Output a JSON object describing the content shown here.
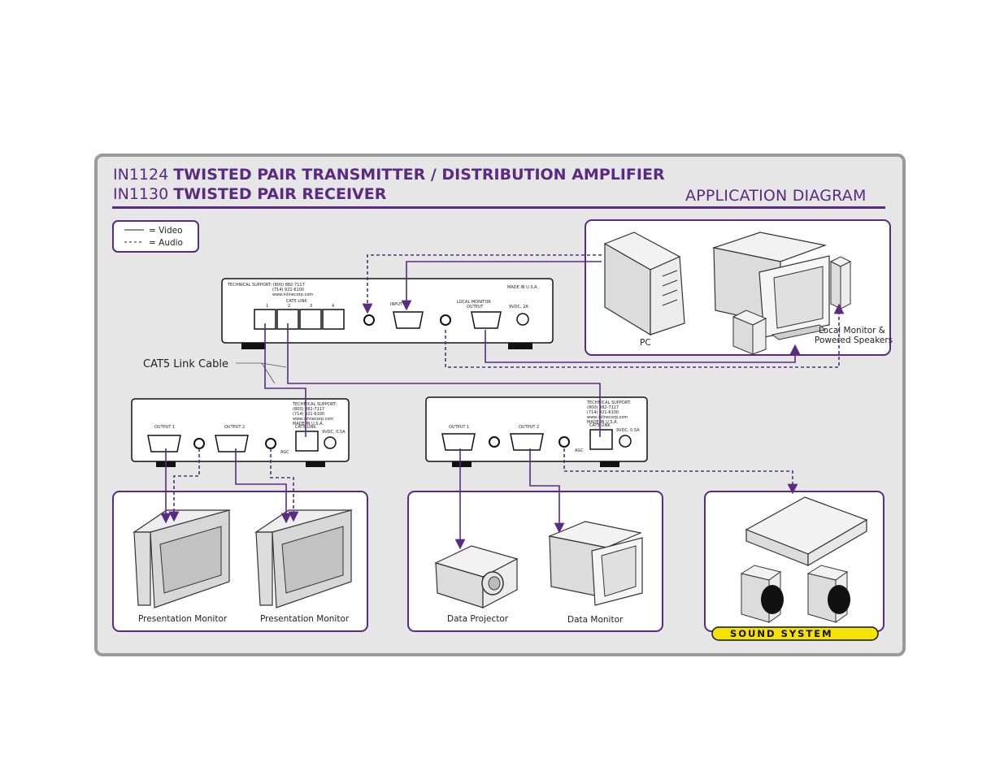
{
  "titles": {
    "line1_model": "IN1124",
    "line1_name": "TWISTED PAIR TRANSMITTER / DISTRIBUTION AMPLIFIER",
    "line2_model": "IN1130",
    "line2_name": "TWISTED PAIR RECEIVER",
    "diagram_label": "APPLICATION DIAGRAM"
  },
  "legend": {
    "video": "= Video",
    "audio": "= Audio"
  },
  "transmitter": {
    "support_lines": [
      "TECHNICAL SUPPORT: (800) 882-7117",
      "(714) 921-6100",
      "www.inlinecorp.com"
    ],
    "made_in": "MADE IN U.S.A.",
    "cat5_link": "CAT5 LINK",
    "ports": [
      "1",
      "2",
      "3",
      "4"
    ],
    "input": "INPUT",
    "local_monitor": "LOCAL MONITOR",
    "output": "OUTPUT",
    "power": "9VDC, 2A"
  },
  "receiver": {
    "support_lines": [
      "TECHNICAL SUPPORT:",
      "(800) 882-7117",
      "(714) 921-6100",
      "www.inlinecorp.com",
      "MADE IN U.S.A."
    ],
    "output1": "OUTPUT 1",
    "output2": "OUTPUT 2",
    "cat5_link": "CAT5 LINK",
    "agc": "AGC",
    "power": "9VDC, 0.5A"
  },
  "labels": {
    "cat5_cable": "CAT5 Link Cable",
    "pc": "PC",
    "local_monitor_1": "Local Monitor &",
    "local_monitor_2": "Powered Speakers",
    "presentation_monitor_a": "Presentation Monitor",
    "presentation_monitor_b": "Presentation Monitor",
    "data_projector": "Data Projector",
    "data_monitor": "Data Monitor",
    "sound_system": "SOUND SYSTEM"
  },
  "colors": {
    "accent": "#5b2a83",
    "frame_bg": "#e6e6e6",
    "frame_border": "#9a9a9a",
    "sound_badge": "#f5e200"
  }
}
